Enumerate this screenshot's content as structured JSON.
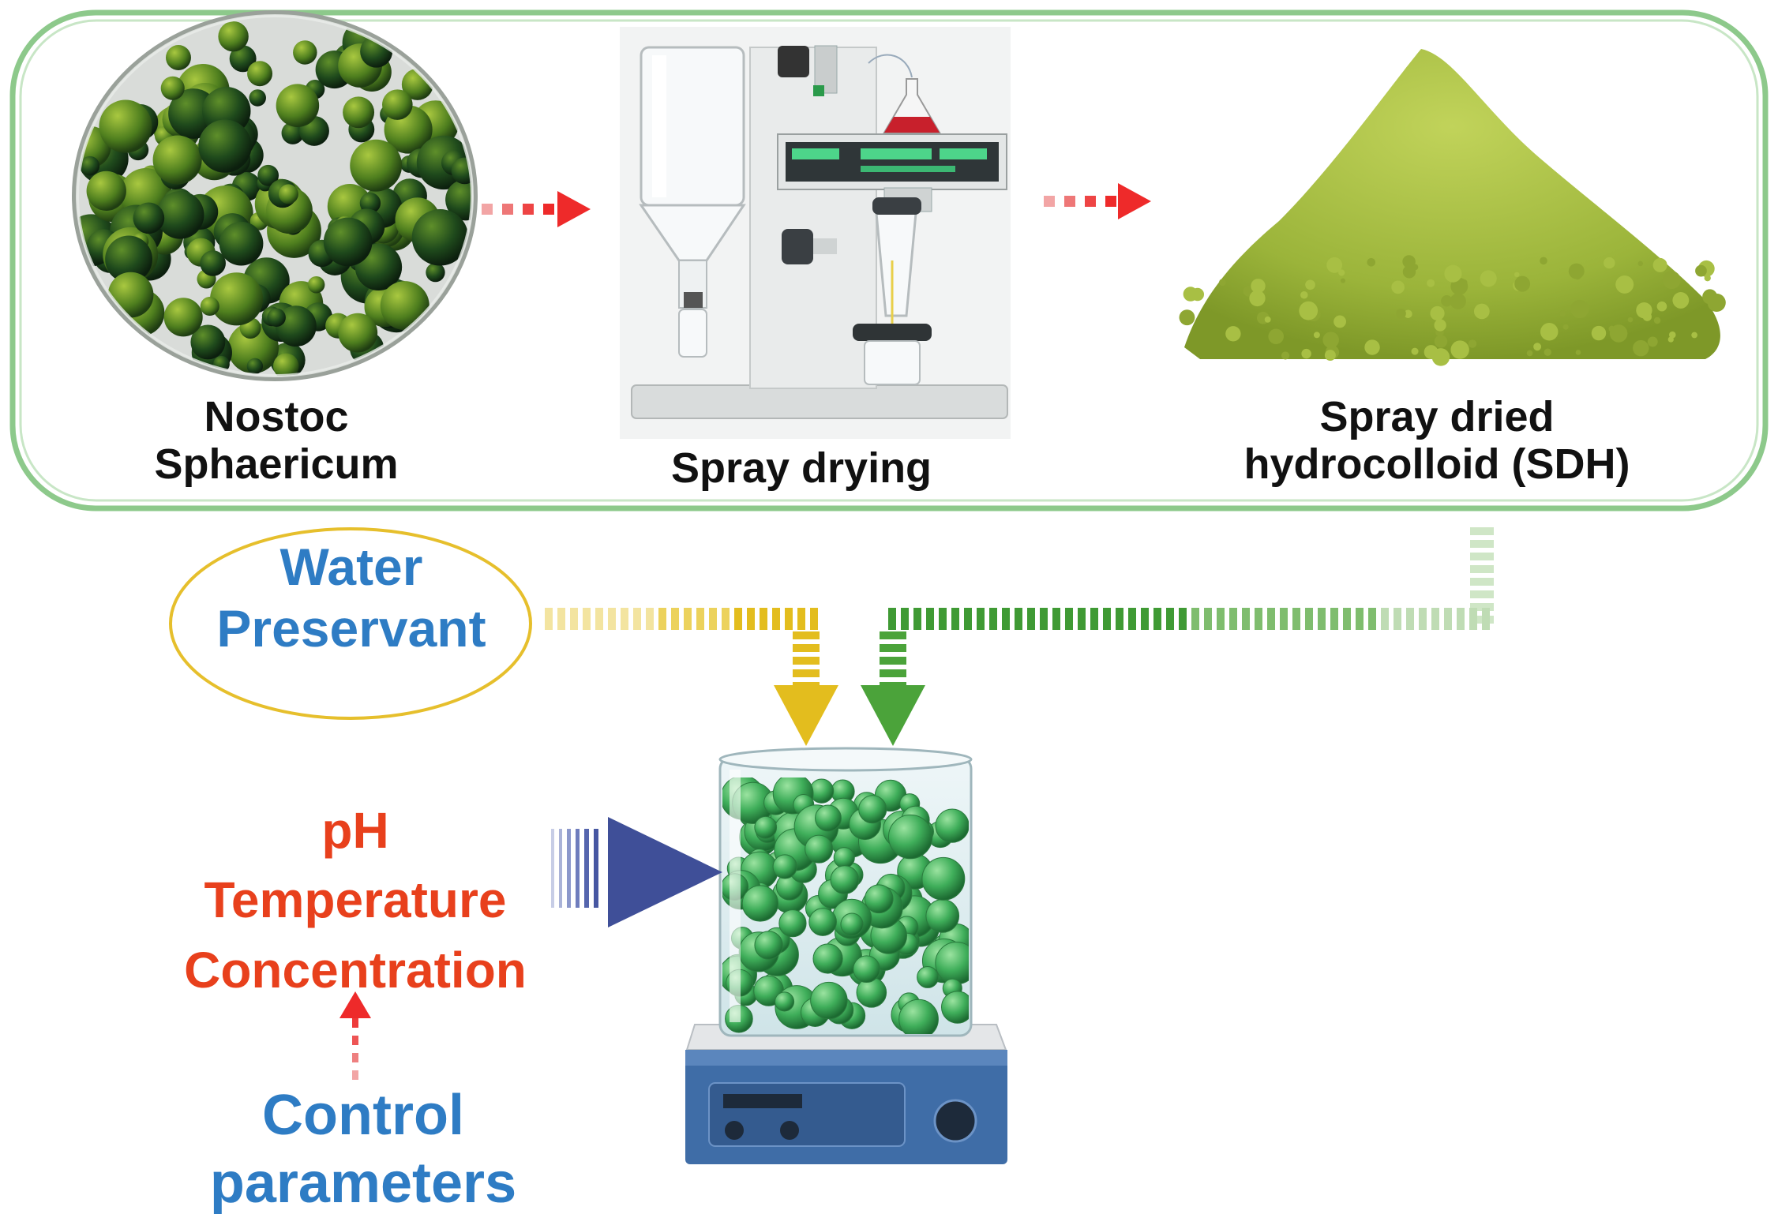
{
  "stages": [
    {
      "line1": "Nostoc",
      "line2": "Sphaericum",
      "icon": "nostoc-spheres"
    },
    {
      "line1": "Spray drying",
      "icon": "spray-dryer"
    },
    {
      "line1": "Spray dried",
      "line2": "hydrocolloid (SDH)",
      "icon": "powder-pile"
    }
  ],
  "inputs": {
    "line1": "Water",
    "line2": "Preservant"
  },
  "parameters": [
    "pH",
    "Temperature",
    "Concentration"
  ],
  "control": {
    "line1": "Control",
    "line2": "parameters"
  },
  "colors": {
    "frame": "#8dc98b",
    "process_arrow": "#ee2a2a",
    "water_arrow": "#e9c62a",
    "sdh_arrow": "#4ba33a",
    "param_arrow": "#3f4f98",
    "label_blue": "#2e7cc4",
    "label_red": "#e8401c"
  }
}
